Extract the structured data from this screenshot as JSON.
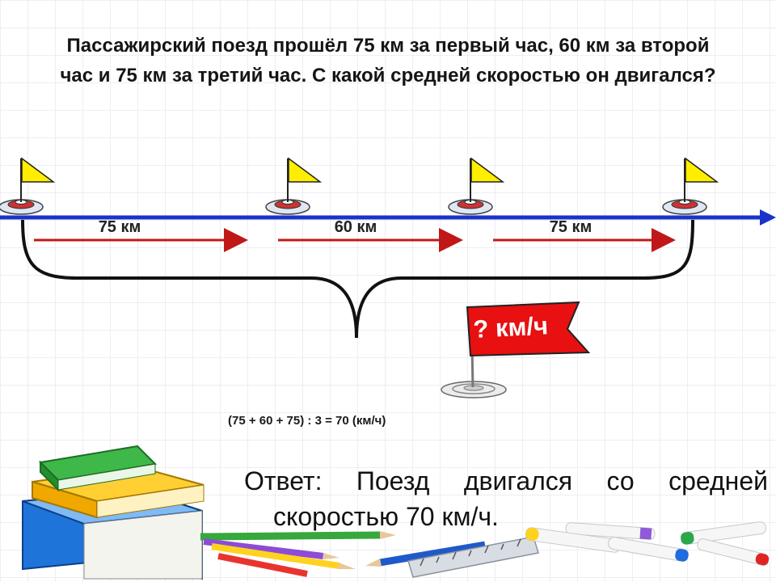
{
  "problem": {
    "text": "Пассажирский поезд прошёл 75 км за первый час, 60 км за второй час и 75 км за третий час. С какой средней скоростью он двигался?"
  },
  "segments": [
    {
      "label": "75 км"
    },
    {
      "label": "60 км"
    },
    {
      "label": "75 км"
    }
  ],
  "unknown_flag": {
    "label": "? км/ч"
  },
  "formula": "(75 + 60 + 75) : 3 = 70 (км/ч)",
  "answer": {
    "words": [
      "Ответ:",
      "Поезд",
      "двигался",
      "со",
      "средней"
    ],
    "line2": "скоростью 70 км/ч."
  },
  "colors": {
    "axis": "#1a33c8",
    "segment_arrow": "#c01818",
    "flag_yellow": "#ffee00",
    "flag_red": "#e81010"
  },
  "icons": [
    "flag-icon",
    "books-icon",
    "pencils-icon",
    "markers-icon",
    "ruler-icon"
  ]
}
